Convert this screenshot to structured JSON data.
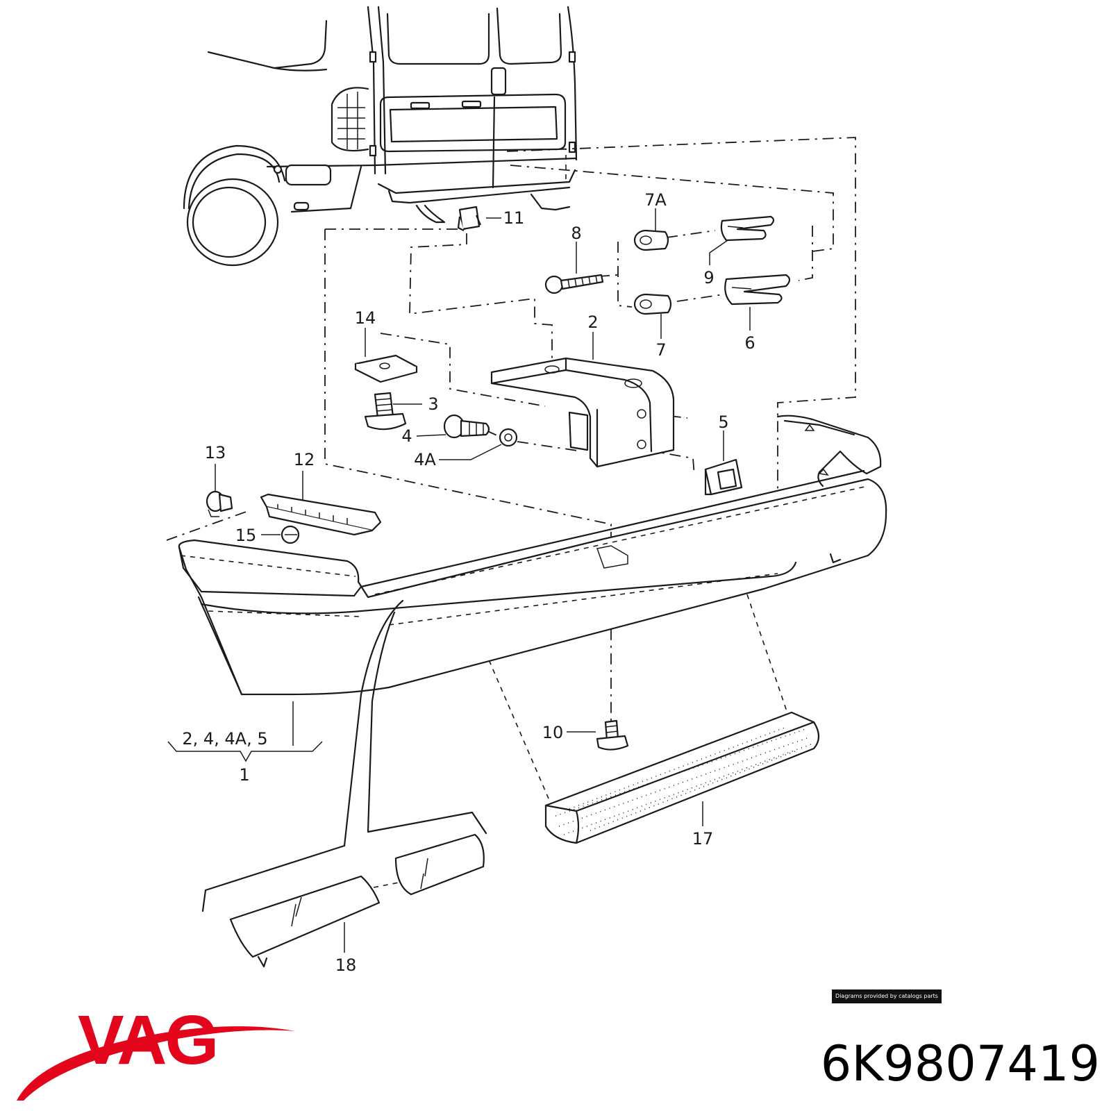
{
  "diagram": {
    "callouts": [
      {
        "id": "c-7a",
        "text": "7A"
      },
      {
        "id": "c-11",
        "text": "11"
      },
      {
        "id": "c-8",
        "text": "8"
      },
      {
        "id": "c-9",
        "text": "9"
      },
      {
        "id": "c-14",
        "text": "14"
      },
      {
        "id": "c-2",
        "text": "2"
      },
      {
        "id": "c-7",
        "text": "7"
      },
      {
        "id": "c-6",
        "text": "6"
      },
      {
        "id": "c-3",
        "text": "3"
      },
      {
        "id": "c-5",
        "text": "5"
      },
      {
        "id": "c-4",
        "text": "4"
      },
      {
        "id": "c-13",
        "text": "13"
      },
      {
        "id": "c-12",
        "text": "12"
      },
      {
        "id": "c-4a",
        "text": "4A"
      },
      {
        "id": "c-15",
        "text": "15"
      },
      {
        "id": "c-10",
        "text": "10"
      },
      {
        "id": "c-group",
        "text": "2, 4, 4A, 5"
      },
      {
        "id": "c-1",
        "text": "1"
      },
      {
        "id": "c-17",
        "text": "17"
      },
      {
        "id": "c-18",
        "text": "18"
      }
    ]
  },
  "credit": "Diagrams provided by catalogs parts",
  "brand": {
    "logo_text": "VAG",
    "color": "#e3051b"
  },
  "part_number": "6K9807419"
}
